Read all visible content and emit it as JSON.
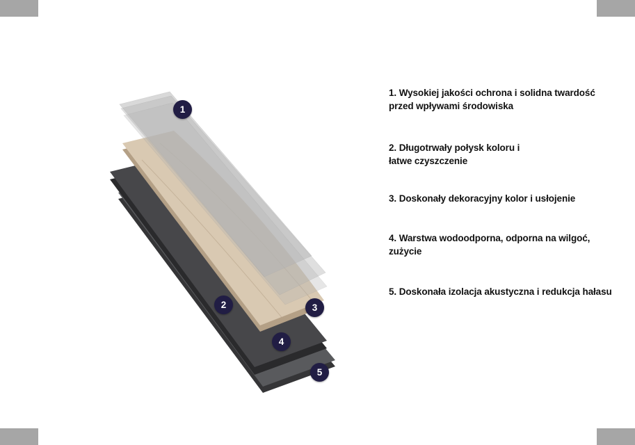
{
  "legend": {
    "items": [
      {
        "lines": [
          "1. Wysokiej jakości ochrona i solidna twardość",
          "przed wpływami środowiska"
        ]
      },
      {
        "lines": [
          "2. Długotrwały połysk koloru i",
          "łatwe czyszczenie"
        ]
      },
      {
        "lines": [
          "3. Doskonały dekoracyjny kolor i usłojenie"
        ]
      },
      {
        "lines": [
          "4. Warstwa wodoodporna, odporna na wilgoć,",
          "zużycie"
        ]
      },
      {
        "lines": [
          "5. Doskonała izolacja akustyczna i redukcja hałasu"
        ]
      }
    ]
  },
  "diagram": {
    "badges": [
      "1",
      "2",
      "3",
      "4",
      "5"
    ]
  },
  "colors": {
    "sheet": "#b4b4b4",
    "wood_face": "#d9c9b2",
    "wood_side": "#b4a086",
    "core_face": "#47474a",
    "core_side": "#2a2a2c",
    "underlay_face": "#595a5d",
    "underlay_side": "#353537",
    "badge_bg": "#211d44",
    "badge_text": "#ffffff",
    "watermark": "#a6a6a6",
    "text": "#111111"
  }
}
